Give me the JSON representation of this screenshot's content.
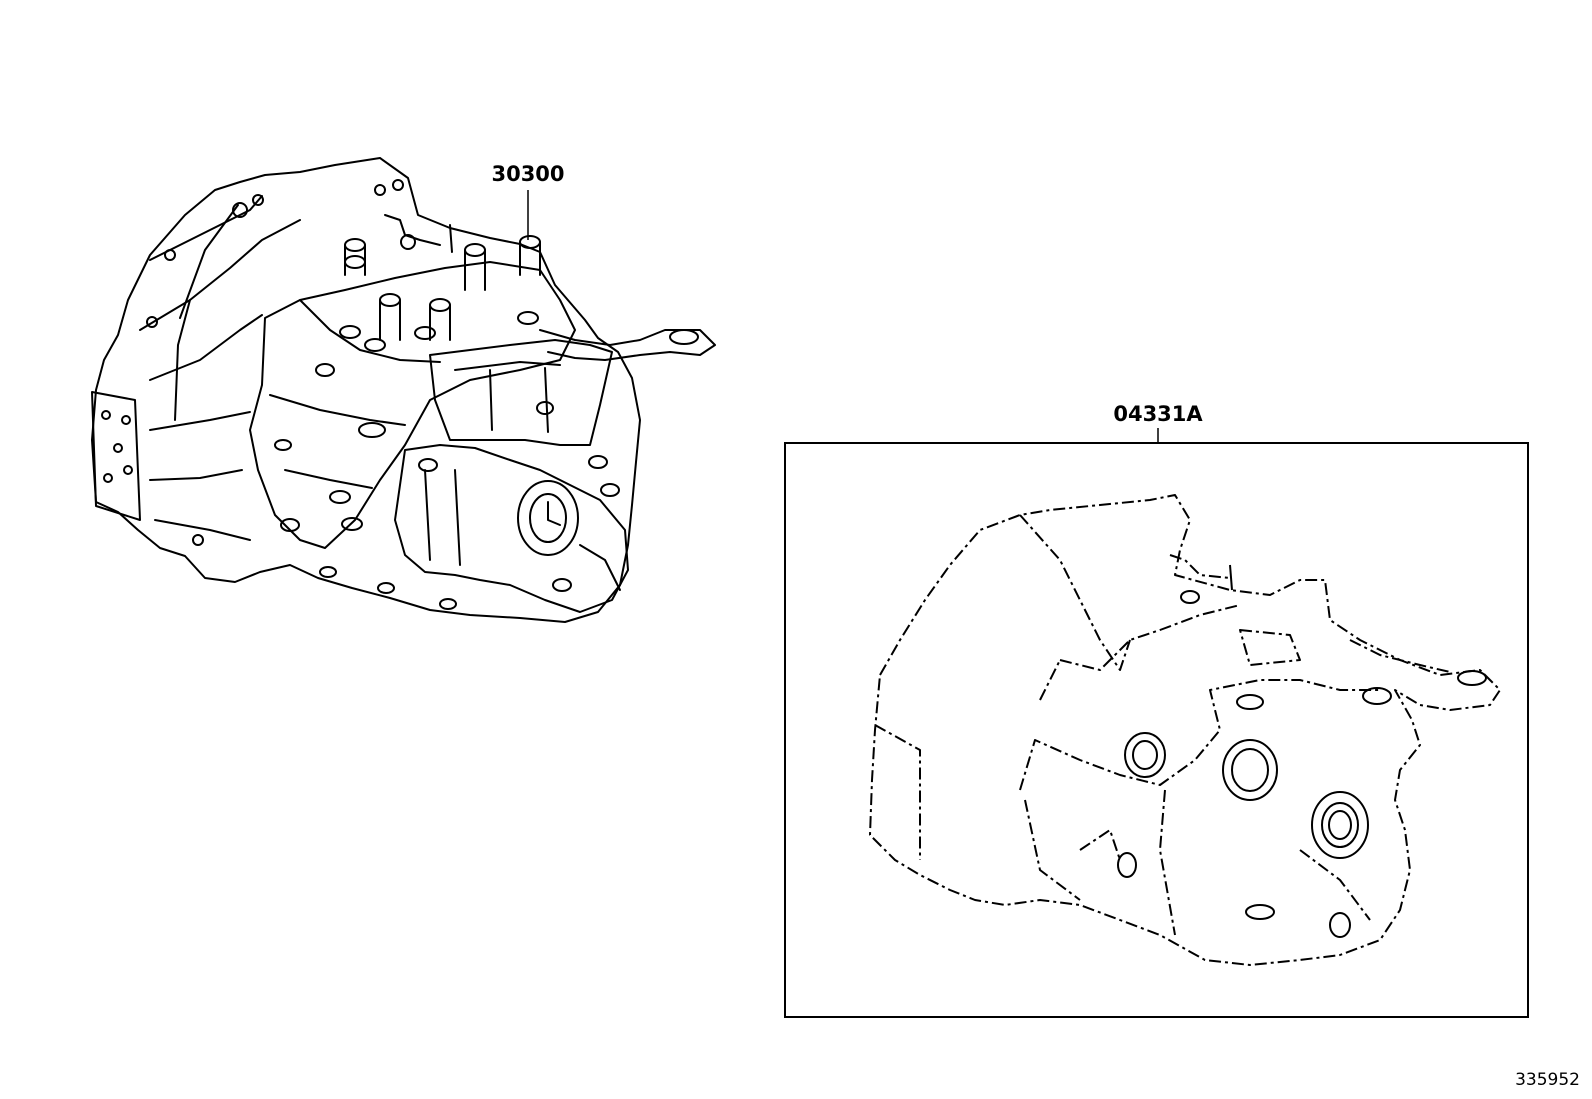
{
  "parts": {
    "transaxle_assembly": {
      "number": "30300",
      "icon": "transaxle-assembly-drawing"
    },
    "gasket_kit": {
      "number": "04331A",
      "icon": "transaxle-gasket-kit-drawing"
    }
  },
  "illustration_id": "335952"
}
